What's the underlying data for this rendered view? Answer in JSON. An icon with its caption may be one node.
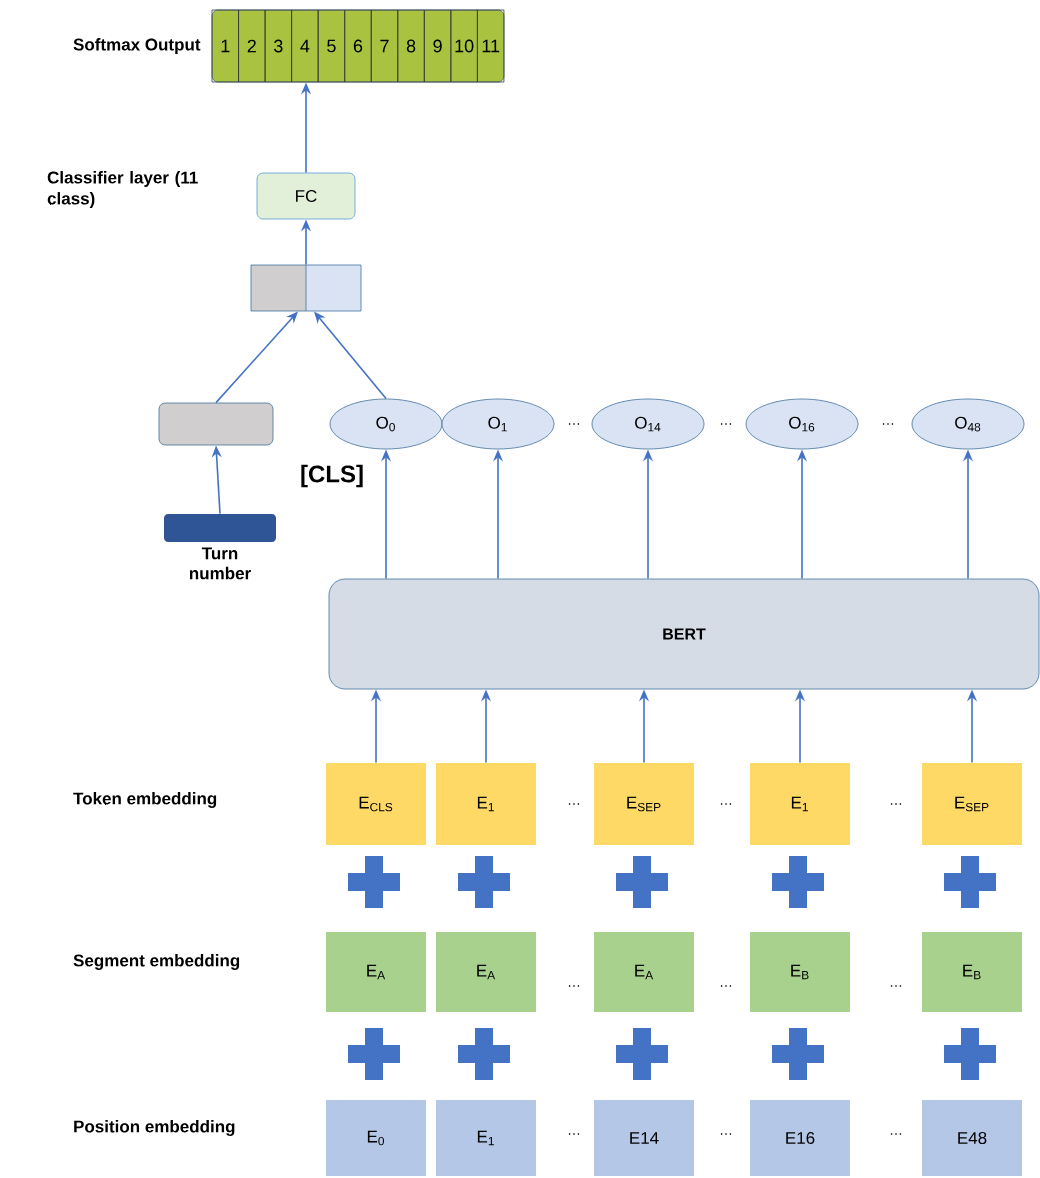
{
  "diagram": {
    "nodes": [
      {
        "text": [
          "Softmax Output"
        ]
      },
      {
        "text": [
          "1"
        ],
        "in": 0
      },
      {
        "text": [
          "2"
        ],
        "in": 0
      },
      {
        "text": [
          "3"
        ],
        "in": 0
      },
      {
        "text": [
          "4"
        ],
        "in": 0
      },
      {
        "text": [
          "5"
        ],
        "in": 0
      },
      {
        "text": [
          "6"
        ],
        "in": 0
      },
      {
        "text": [
          "7"
        ],
        "in": 0
      },
      {
        "text": [
          "8"
        ],
        "in": 0
      },
      {
        "text": [
          "9"
        ],
        "in": 0
      },
      {
        "text": [
          "10"
        ],
        "in": 0
      },
      {
        "text": [
          "11"
        ],
        "in": 0
      },
      {
        "text": [
          "FC"
        ],
        "beside": [
          "Classifier layer (11 class)"
        ]
      },
      {
        "text": [],
        "shape": "box"
      },
      {
        "text": [],
        "shape": "box"
      },
      {
        "text": [
          "Turn number"
        ]
      },
      {
        "text": [
          "O$_{0}$"
        ],
        "beside": [
          "[CLS]"
        ]
      },
      {
        "text": [
          "O$_{1}$"
        ]
      },
      {
        "text": [
          "O$_{14}$"
        ]
      },
      {
        "text": [
          "O$_{16}$"
        ]
      },
      {
        "text": [
          "O$_{48}$"
        ]
      },
      {
        "text": [
          "BERT"
        ]
      },
      {
        "text": [
          "E$_{CLS}$"
        ]
      },
      {
        "text": [
          "E$_{1}$"
        ]
      },
      {
        "text": [
          "E$_{SEP}$"
        ]
      },
      {
        "text": [
          "E$_{1}$"
        ]
      },
      {
        "text": [
          "E$_{SEP}$"
        ]
      },
      {
        "text": [
          "E$_{A}$"
        ]
      },
      {
        "text": [
          "E$_{A}$"
        ]
      },
      {
        "text": [
          "E$_{A}$"
        ]
      },
      {
        "text": [
          "E$_{B}$"
        ]
      },
      {
        "text": [
          "E$_{B}$"
        ]
      },
      {
        "text": [
          "E$_{0}$"
        ]
      },
      {
        "text": [
          "E$_{1}$"
        ]
      },
      {
        "text": [
          "E14"
        ]
      },
      {
        "text": [
          "E16"
        ]
      },
      {
        "text": [
          "E48"
        ]
      }
    ],
    "edges": [
      {
        "from": 12,
        "to": 0,
        "arrow": "to"
      },
      {
        "from": 13,
        "to": 12,
        "arrow": "to"
      },
      {
        "from": 14,
        "to": 13,
        "arrow": "to"
      },
      {
        "from": 16,
        "to": 13,
        "arrow": "to"
      },
      {
        "from": 15,
        "to": 14,
        "arrow": "to"
      },
      {
        "from": 21,
        "to": 16,
        "arrow": "to"
      },
      {
        "from": 21,
        "to": 17,
        "arrow": "to"
      },
      {
        "from": 21,
        "to": 18,
        "arrow": "to"
      },
      {
        "from": 21,
        "to": 19,
        "arrow": "to"
      },
      {
        "from": 21,
        "to": 20,
        "arrow": "to"
      },
      {
        "from": 22,
        "to": 21,
        "arrow": "to"
      },
      {
        "from": 23,
        "to": 21,
        "arrow": "to"
      },
      {
        "from": 24,
        "to": 21,
        "arrow": "to"
      },
      {
        "from": 25,
        "to": 21,
        "arrow": "to"
      },
      {
        "from": 26,
        "to": 21,
        "arrow": "to"
      }
    ],
    "labels": [
      "…",
      "…",
      "…",
      "Token embedding",
      "…",
      "…",
      "…",
      "Segment embedding",
      "…",
      "…",
      "…",
      "Position embedding",
      "…",
      "…",
      "…"
    ]
  }
}
